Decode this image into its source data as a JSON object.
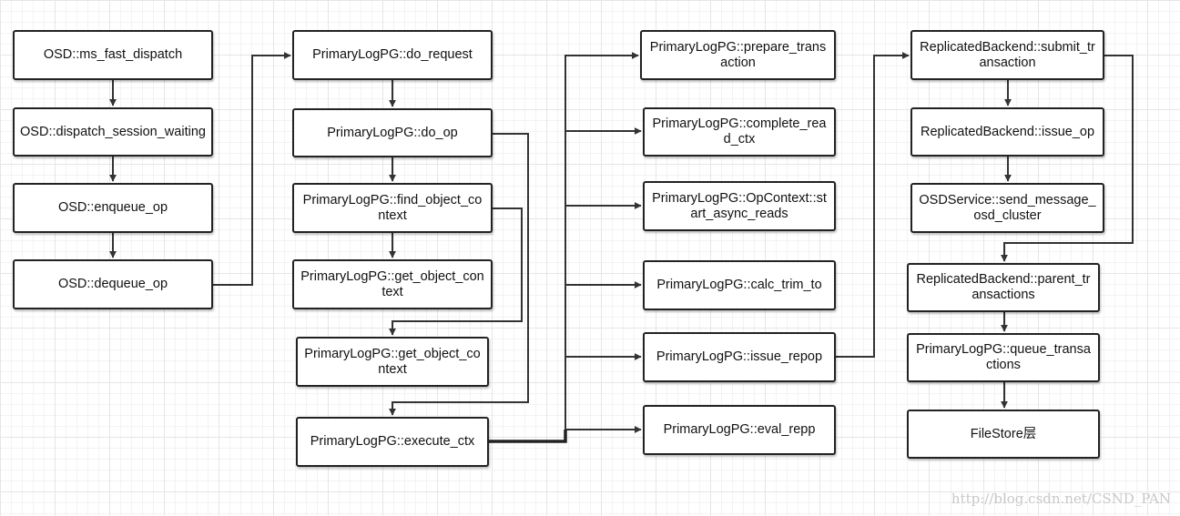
{
  "nodes": {
    "osd_ms_fast_dispatch": "OSD::ms_fast_dispatch",
    "osd_dispatch_session_waiting": "OSD::dispatch_session_waiting",
    "osd_enqueue_op": "OSD::enqueue_op",
    "osd_dequeue_op": "OSD::dequeue_op",
    "pg_do_request": "PrimaryLogPG::do_request",
    "pg_do_op": "PrimaryLogPG::do_op",
    "pg_find_object_context": "PrimaryLogPG::find_object_context",
    "pg_get_object_context_1": "PrimaryLogPG::get_object_context",
    "pg_get_object_context_2": "PrimaryLogPG::get_object_context",
    "pg_execute_ctx": "PrimaryLogPG::execute_ctx",
    "pg_prepare_transaction": "PrimaryLogPG::prepare_transaction",
    "pg_complete_read_ctx": "PrimaryLogPG::complete_read_ctx",
    "pg_opcontext_start_async_reads": "PrimaryLogPG::OpContext::start_async_reads",
    "pg_calc_trim_to": "PrimaryLogPG::calc_trim_to",
    "pg_issue_repop": "PrimaryLogPG::issue_repop",
    "pg_eval_repp": "PrimaryLogPG::eval_repp",
    "rb_submit_transaction": "ReplicatedBackend::submit_transaction",
    "rb_issue_op": "ReplicatedBackend::issue_op",
    "osdservice_send_message_osd_cluster": "OSDService::send_message_osd_cluster",
    "rb_parent_transactions": "ReplicatedBackend::parent_transactions",
    "pg_queue_transactions": "PrimaryLogPG::queue_transactions",
    "filestore_layer": "FileStore层"
  },
  "watermark": "http://blog.csdn.net/CSND_PAN"
}
